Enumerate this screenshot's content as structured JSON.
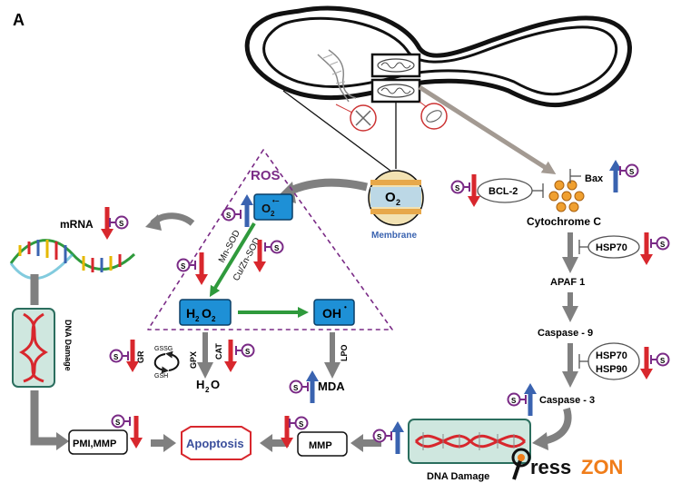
{
  "panel_label": "A",
  "labels": {
    "membrane": "Membrane",
    "o2": "O",
    "o2_sub": "2",
    "ros": "ROS",
    "superoxide": "O",
    "superoxide_sub": "2",
    "superoxide_sup": "•−",
    "h2o2_a": "H",
    "h2o2_sub1": "2",
    "h2o2_b": "O",
    "h2o2_sub2": "2",
    "oh": "OH",
    "oh_sup": "•",
    "mn_sod": "Mn-SOD",
    "cuzn_sod": "Cu/Zn-SOD",
    "mrna": "mRNA",
    "dna_damage_left": "DNA Damage",
    "gr": "GR",
    "gssg": "GSSG",
    "gsh": "GSH",
    "gpx": "GPX",
    "cat": "CAT",
    "h2o_a": "H",
    "h2o_sub": "2",
    "h2o_b": "O",
    "lpo": "LPO",
    "mda": "MDA",
    "bcl2": "BCL-2",
    "bax": "Bax",
    "cytochrome_c": "Cytochrome C",
    "hsp70_a": "HSP70",
    "apaf1": "APAF 1",
    "caspase9": "Caspase - 9",
    "hsp70_b": "HSP70",
    "hsp90": "HSP90",
    "caspase3": "Caspase - 3",
    "pmi_mmp": "PMI,MMP",
    "apoptosis": "Apoptosis",
    "mmp": "MMP",
    "dna_damage_right": "DNA Damage",
    "s": "S"
  },
  "watermark": "PressZON",
  "colors": {
    "ros_purple": "#7a2b86",
    "box_blue": "#1e90d6",
    "up_blue": "#3a63b0",
    "down_red": "#d8272d",
    "green": "#2f9a3c",
    "gray_arrow": "#808080",
    "teal_box": "#62b6a0",
    "apoptosis_red": "#d8272d",
    "apoptosis_text": "#3b4f9c",
    "membrane_blue": "#3a63b0",
    "watermark_orange": "#f07d1a"
  }
}
